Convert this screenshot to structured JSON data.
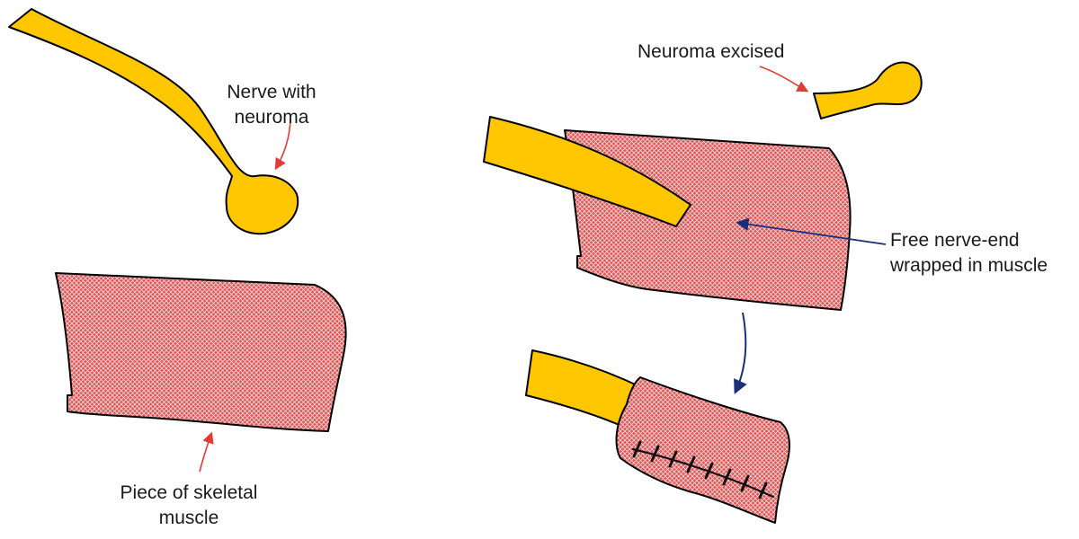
{
  "labels": {
    "nerve_with_neuroma": [
      "Nerve with",
      "neuroma"
    ],
    "skeletal_muscle": [
      "Piece of skeletal",
      "muscle"
    ],
    "neuroma_excised": "Neuroma excised",
    "free_nerve_end": [
      "Free nerve-end",
      "wrapped in muscle"
    ]
  },
  "colors": {
    "nerve": "#ffc700",
    "muscle": "#e05454",
    "outline": "#000000",
    "red_arrow": "#e53935",
    "blue_arrow": "#1a2f7a",
    "sutures": "#111111"
  }
}
